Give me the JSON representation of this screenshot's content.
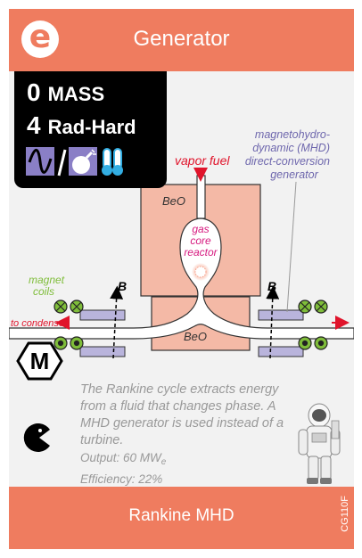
{
  "card": {
    "logo_letter": "e",
    "title": "Generator",
    "subtitle": "Rankine MHD",
    "code": "CG110F"
  },
  "stats": {
    "mass_value": "0",
    "mass_label": "MASS",
    "radhard_value": "4",
    "radhard_label": "Rad-Hard",
    "icons": [
      "sine-wave-icon",
      "bomb-icon",
      "thermometer-icon"
    ]
  },
  "diagram": {
    "vapor_fuel": "vapor fuel",
    "beo_top": "BeO",
    "beo_bottom": "BeO",
    "reactor_line1": "gas",
    "reactor_line2": "core",
    "reactor_line3": "reactor",
    "magnet_line1": "magnet",
    "magnet_line2": "coils",
    "to_condenser": "to condenser",
    "field_left": "B",
    "field_right": "B",
    "mhd_line1": "magnetohydro-",
    "mhd_line2": "dynamic (MHD)",
    "mhd_line3": "direct-conversion",
    "mhd_line4": "generator",
    "badge_letter": "M"
  },
  "description": {
    "text": "The Rankine cycle extracts energy from a fluid that changes phase. A MHD generator is used instead of a turbine.",
    "output_label": "Output: 60 MW",
    "output_sub": "e",
    "efficiency": "Efficiency: 22%"
  },
  "colors": {
    "accent": "#ef7c5f",
    "beo": "#f4b9a6",
    "coil": "#b9b4dc",
    "red": "#e0142b",
    "magenta": "#d6197f",
    "purple": "#6e67ad",
    "green": "#7fbd3a"
  }
}
